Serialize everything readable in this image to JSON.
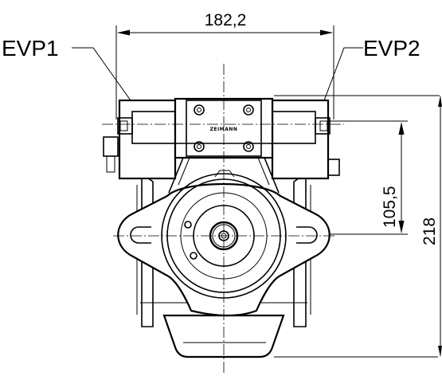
{
  "dimensions": {
    "width": "182,2",
    "height_center": "105,5",
    "height_total": "218"
  },
  "callouts": {
    "left_valve": "EVP1",
    "right_valve": "EVP2"
  },
  "valve_marking": "ZEIMANN"
}
